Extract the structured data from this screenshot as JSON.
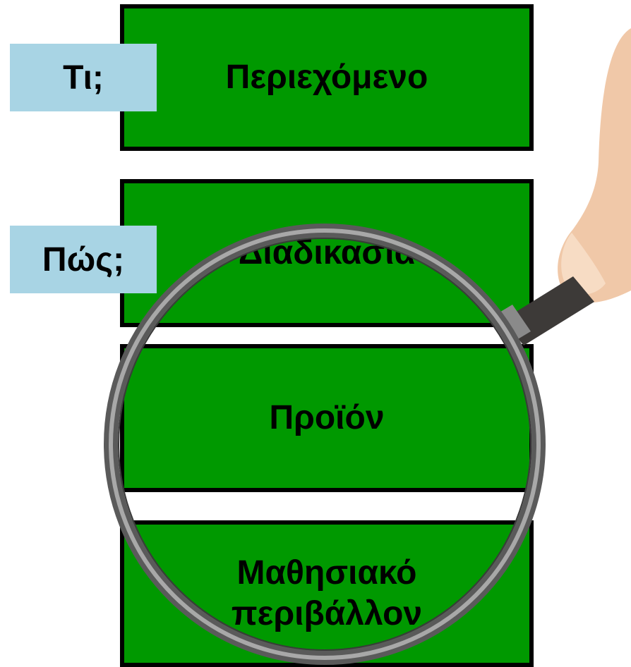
{
  "colors": {
    "box_fill": "#009900",
    "label_fill": "#a8d4e4",
    "border": "#000000",
    "lens_rim": "#6f6f6f",
    "handle": "#3d3a38",
    "hand": "#f0c8a8"
  },
  "boxes": [
    {
      "text": "Περιεχόμενο"
    },
    {
      "text": "Διαδικασία"
    },
    {
      "text": "Προϊόν"
    },
    {
      "text": "Μαθησιακό περιβάλλον"
    }
  ],
  "labels": [
    {
      "text": "Τι;"
    },
    {
      "text": "Πώς;"
    }
  ],
  "icons": {
    "magnifier": "magnifying-glass-icon",
    "hand": "hand-icon"
  }
}
